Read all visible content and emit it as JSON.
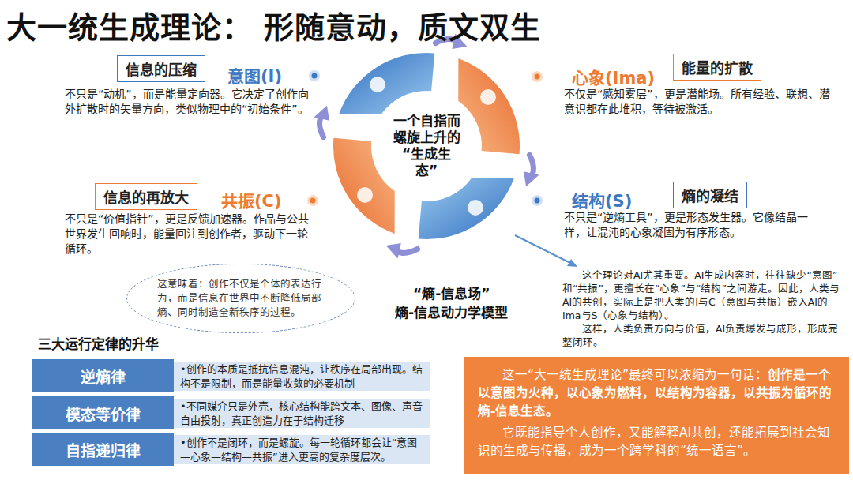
{
  "diagram": {
    "title": "大一统生成理论： 形随意动，质文双生",
    "nodes": [
      {
        "text": [
          "信息的压缩"
        ]
      },
      {
        "text": [
          "能量的扩散"
        ]
      },
      {
        "text": [
          "一个自指而螺旋上升的“生成生态”"
        ]
      },
      {
        "text": [
          "信息的再放大"
        ]
      },
      {
        "text": [
          "熵的凝结"
        ]
      },
      {
        "text": [
          "这意味着：创作不仅是个体的表达行为，而是信息在世界中不断降低局部熵、同时制造全新秩序的过程。"
        ]
      },
      {
        "text": [
          "逆熵律"
        ]
      },
      {
        "text": [
          "•创作的本质是抵抗信息混沌，让秩序在局部出现。结构不是限制，而是能量收敛的必要机制"
        ]
      },
      {
        "text": [
          "模态等价律"
        ]
      },
      {
        "text": [
          "•不同媒介只是外壳，核心结构能跨文本、图像、声音自由投射，真正创造力在于结构迁移"
        ]
      },
      {
        "text": [
          "自指递归律"
        ]
      },
      {
        "text": [
          "•创作不是闭环，而是螺旋。每一轮循环都会让“意图—心象—结构—共振”进入更高的复杂度层次。"
        ]
      },
      {
        "text": [
          "这一“大一统生成理论”最终可以浓缩为一句话：",
          "创作是一个以意图为火种，以心象为燃料，以结构为容器，以共振为循环的熵-信息生态。",
          "它既能指导个人创作，又能解释AI共创，还能拓展到社会知识的生成与传播，成为一个跨学科的“统一语言”。"
        ]
      }
    ],
    "labels": [
      "意图(I)",
      "不只是“动机”，而是能量定向器。它决定了创作向外扩散时的矢量方向，类似物理中的“初始条件”。",
      "心象(Ima)",
      "不仅是“感知雾层”，更是潜能场。所有经验、联想、潜意识都在此堆积，等待被激活。",
      "共振(C)",
      "不只是“价值指针”，更是反馈加速器。作品与公共世界发生回响时，能量回注到创作者，驱动下一轮循环。",
      "结构(S)",
      "不只是“逆熵工具”，更是形态发生器。它像结晶一样，让混沌的心象凝固为有序形态。",
      "“熵-信息场”",
      "熵-信息动力学模型",
      "这个理论对AI尤其重要。AI生成内容时，往往缺少“意图”和“共振”，更擅长在“心象”与“结构”之间游走。因此，人类与AI的共创，实际上是把人类的I与C（意图与共振）嵌入AI的Ima与S（心象与结构）。",
      "这样，人类负责方向与价值，AI负责爆发与成形，形成完整闭环。",
      "三大运行定律的升华"
    ]
  }
}
